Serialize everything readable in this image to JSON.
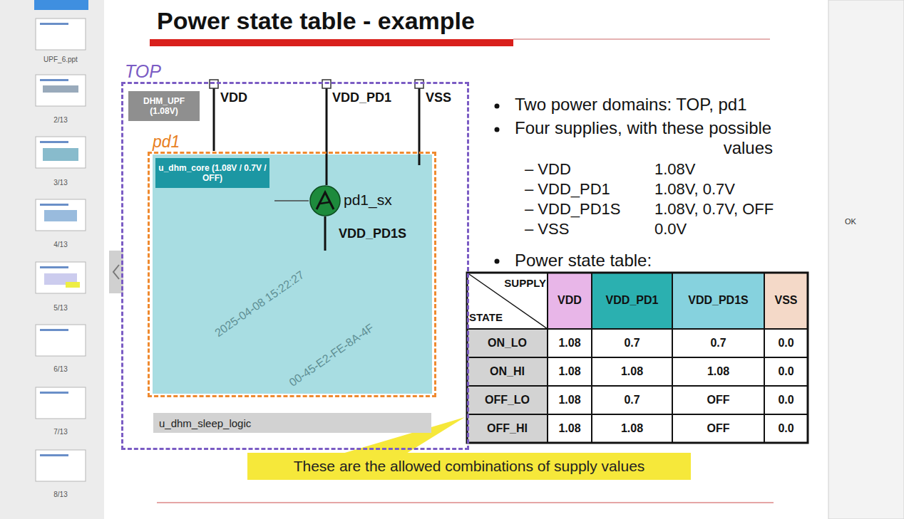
{
  "diagram": {
    "title": "Power state table - example",
    "nodes": [
      {
        "text": [
          "TOP"
        ]
      },
      {
        "text": [
          "DHM_UPF (1.08V)"
        ],
        "in": 0
      },
      {
        "text": [
          "pd1"
        ],
        "in": 0
      },
      {
        "text": [
          "u_dhm_core (1.08V / 0.7V / OFF)"
        ],
        "in": 2
      },
      {
        "text": [
          "pd1_sx"
        ],
        "in": 2
      },
      {
        "text": [
          "u_dhm_sleep_logic"
        ],
        "in": 0
      },
      {
        "text": [
          "These are the allowed combinations of supply values"
        ]
      }
    ],
    "labels": [
      "VDD",
      "VDD_PD1",
      "VSS",
      "VDD_PD1S",
      "Two power domains: TOP, pd1",
      "Four supplies, with these possible values",
      "– VDD",
      "1.08V",
      "– VDD_PD1",
      "1.08V, 0.7V",
      "– VDD_PD1S",
      "1.08V, 0.7V, OFF",
      "– VSS",
      "0.0V",
      "Power state table:",
      "SUPPLY",
      "STATE",
      "VDD",
      "VDD_PD1",
      "VDD_PD1S",
      "VSS",
      "ON_LO",
      "1.08",
      "0.7",
      "0.7",
      "0.0",
      "ON_HI",
      "1.08",
      "1.08",
      "1.08",
      "0.0",
      "OFF_LO",
      "1.08",
      "0.7",
      "OFF",
      "0.0",
      "OFF_HI",
      "1.08",
      "1.08",
      "OFF",
      "0.0",
      "UPF_6.ppt",
      "2/13",
      "3/13",
      "4/13",
      "5/13",
      "6/13",
      "7/13",
      "8/13",
      "2025-04-08 15:22:27",
      "00-45-E2-FE-8A-4F",
      "OK"
    ]
  }
}
